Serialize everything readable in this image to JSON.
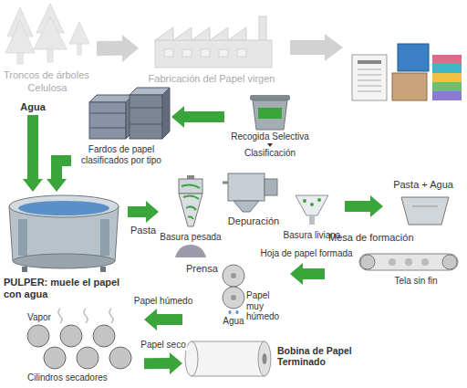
{
  "diagram": {
    "nodes": [
      {
        "text": [
          "Troncos de árboles",
          "Celulosa"
        ]
      },
      {
        "text": [
          "Fabricación del Papel virgen"
        ]
      },
      {
        "text": [
          "Recogida Selectiva",
          "Clasificación"
        ]
      },
      {
        "text": [
          "Fardos de papel clasificados por tipo"
        ]
      },
      {
        "text": [
          "Agua"
        ]
      },
      {
        "text": [
          "PULPER: muele el papel con agua"
        ]
      },
      {
        "text": [
          "Basura pesada"
        ]
      },
      {
        "text": [
          "Depuración",
          "Basura liviana"
        ]
      },
      {
        "text": [
          "Pasta + Agua"
        ]
      },
      {
        "text": [
          "Mesa de formación",
          "Tela sin fin"
        ]
      },
      {
        "text": [
          "Prensa",
          "Papel muy húmedo",
          "Agua"
        ]
      },
      {
        "text": [
          "Vapor",
          "Cilindros secadores"
        ]
      },
      {
        "text": [
          "Bobina de Papel Terminado"
        ]
      }
    ],
    "edges": [
      {
        "from": 0,
        "to": 1,
        "arrow": "to"
      },
      {
        "from": 2,
        "to": 3,
        "arrow": "to"
      },
      {
        "from": 3,
        "to": 5,
        "arrow": "to"
      },
      {
        "from": 4,
        "to": 5,
        "arrow": "to"
      },
      {
        "from": 5,
        "to": 6,
        "label": "Pasta",
        "arrow": "to"
      },
      {
        "from": 7,
        "to": 8,
        "arrow": "to"
      },
      {
        "from": 9,
        "to": 10,
        "label": "Hoja de papel formada",
        "arrow": "to"
      },
      {
        "from": 10,
        "to": 11,
        "label": "Papel húmedo",
        "arrow": "to"
      },
      {
        "from": 11,
        "to": 12,
        "label": "Papel seco",
        "arrow": "to"
      }
    ]
  }
}
